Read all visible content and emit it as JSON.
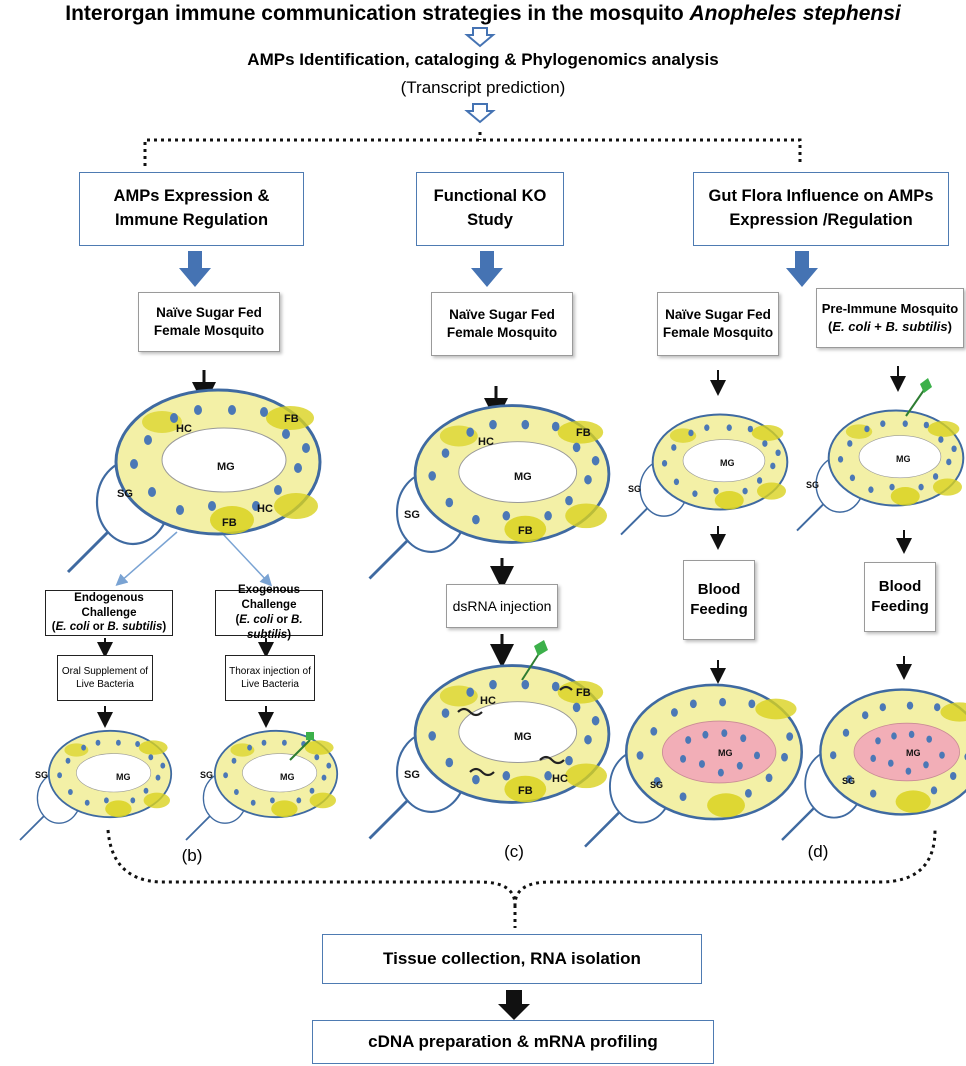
{
  "header": {
    "title_prefix": "Interorgan immune communication strategies in the mosquito ",
    "title_species": "Anopheles stephensi",
    "step1": "AMPs Identification, cataloging & Phylogenomics analysis",
    "step1_note": "(Transcript prediction)"
  },
  "columns": {
    "b": {
      "heading": "AMPs  Expression  &  Immune Regulation",
      "start_box": "Naïve Sugar  Fed Female Mosquito",
      "branch_left": {
        "title": "Endogenous Challenge",
        "org_a": "E. coli",
        "conj": " or ",
        "org_b": "B. subtilis",
        "method": "Oral Supplement of Live Bacteria"
      },
      "branch_right": {
        "title": "Exogenous Challenge",
        "org_a": "E. coli",
        "conj": " or ",
        "org_b": "B. subtilis",
        "method": "Thorax injection of Live Bacteria"
      },
      "panel_label": "(b)"
    },
    "c": {
      "heading": "Functional KO Study",
      "start_box": "Naïve Sugar Fed Female Mosquito",
      "step": "dsRNA injection",
      "panel_label": "(c)"
    },
    "d": {
      "heading": "Gut Flora Influence on  AMPs Expression /Regulation",
      "start_box_left": "Naïve Sugar Fed Female Mosquito",
      "start_box_right_title": "Pre-Immune Mosquito",
      "start_box_right_org_a": "E. coli",
      "start_box_right_conj": " + ",
      "start_box_right_org_b": "B. subtilis",
      "step_left": "Blood Feeding",
      "step_right": "Blood Feeding",
      "panel_label": "(d)"
    }
  },
  "footer": {
    "step1": "Tissue collection, RNA isolation",
    "step2": "cDNA preparation & mRNA profiling"
  },
  "tissue_labels": {
    "sg": "SG",
    "mg": "MG",
    "hc": "HC",
    "fb": "FB"
  },
  "colors": {
    "box_border": "#4e7bb2",
    "arrow_blue": "#4573b3",
    "body_fill": "#f3f0a6",
    "body_stroke": "#3f6aa1",
    "fat_body": "#d9d21f",
    "hemocyte": "#4b78b6",
    "midgut_blood": "#f2aeb7"
  }
}
